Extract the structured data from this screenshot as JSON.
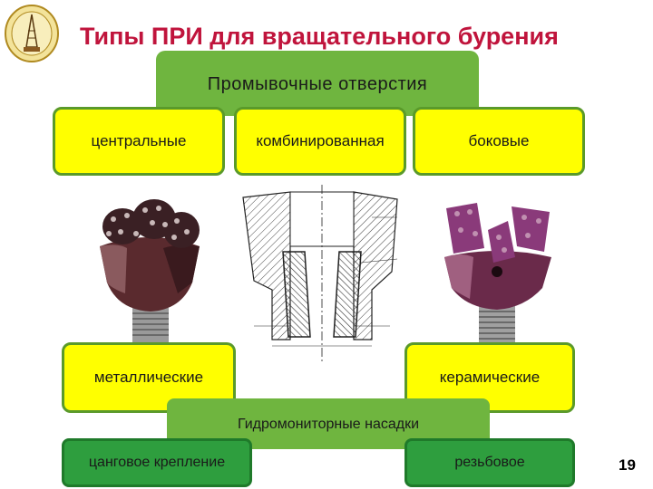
{
  "slide": {
    "title": "Типы ПРИ для вращательного бурения",
    "page_number": "19"
  },
  "top_group": {
    "label": "Промывочные отверстия",
    "items": [
      "центральные",
      "комбинированная",
      "боковые"
    ]
  },
  "mid_group": {
    "items": [
      "металлические",
      "керамические"
    ]
  },
  "bottom_group": {
    "label": "Гидромониторные насадки",
    "items": [
      "цанговое крепление",
      "резьбовое"
    ]
  },
  "colors": {
    "title": "#c0143c",
    "green_panel": "#6fb53f",
    "yellow_box": "#ffff00",
    "dark_green_button": "#2e9e3e"
  },
  "icons": [
    "university-seal-icon",
    "drill-bit-metal-image",
    "nozzle-drawing-image",
    "drill-bit-ceramic-image"
  ]
}
